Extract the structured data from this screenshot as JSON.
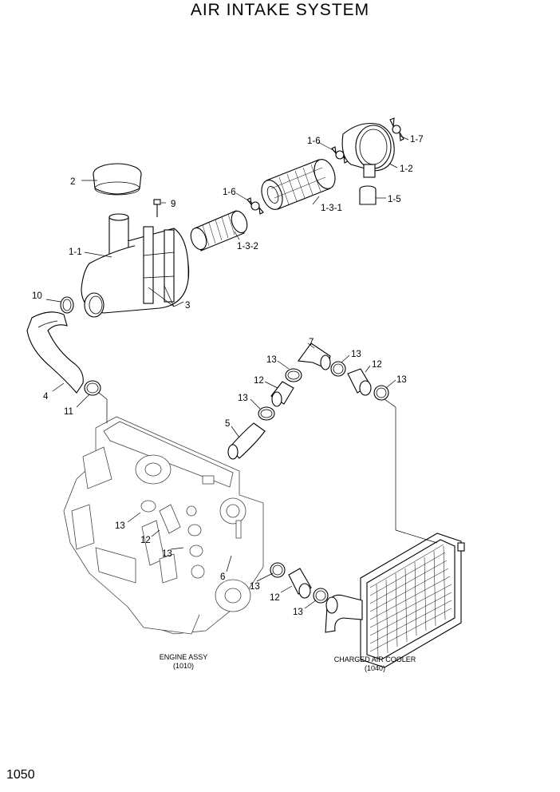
{
  "title": "AIR INTAKE SYSTEM",
  "page_number": "1050",
  "callouts": {
    "c_1_1": "1-1",
    "c_1_2": "1-2",
    "c_1_3_1": "1-3-1",
    "c_1_3_2": "1-3-2",
    "c_1_5": "1-5",
    "c_1_6_a": "1-6",
    "c_1_6_b": "1-6",
    "c_1_7": "1-7",
    "c_2": "2",
    "c_3": "3",
    "c_4": "4",
    "c_5": "5",
    "c_6": "6",
    "c_7": "7",
    "c_9": "9",
    "c_10": "10",
    "c_11": "11",
    "c_12_a": "12",
    "c_12_b": "12",
    "c_12_c": "12",
    "c_12_d": "12",
    "c_13_a": "13",
    "c_13_b": "13",
    "c_13_c": "13",
    "c_13_d": "13",
    "c_13_e": "13",
    "c_13_f": "13",
    "c_13_g": "13",
    "c_13_h": "13"
  },
  "captions": {
    "engine_name": "ENGINE ASSY",
    "engine_ref": "(1010)",
    "cooler_name": "CHARGED AIR COOLER",
    "cooler_ref": "(1040)"
  }
}
